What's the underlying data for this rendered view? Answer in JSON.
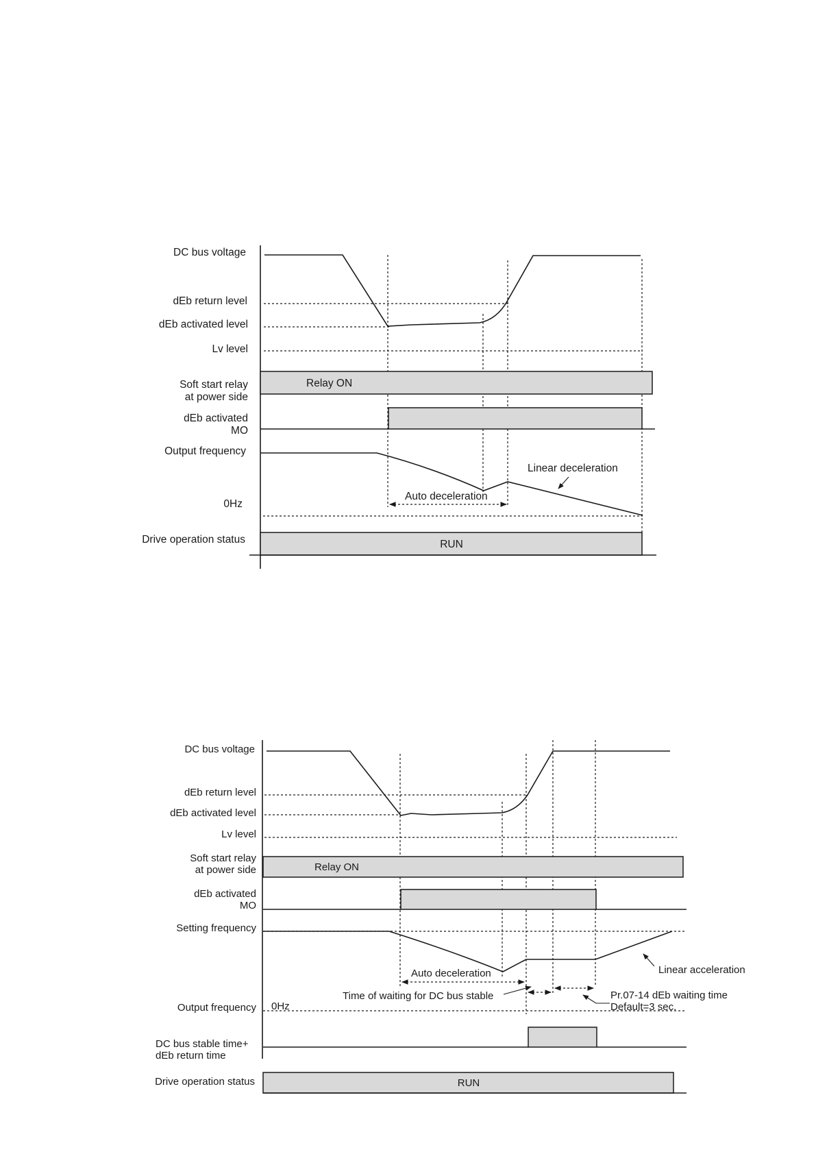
{
  "diagram1": {
    "labels": {
      "dc_bus_voltage": "DC bus voltage",
      "deb_return_level": "dEb return level",
      "deb_activated_level": "dEb activated level",
      "lv_level": "Lv level",
      "soft_start_relay_1": "Soft start relay",
      "soft_start_relay_2": "at power side",
      "deb_activated_mo_1": "dEb activated",
      "deb_activated_mo_2": "MO",
      "output_frequency": "Output frequency",
      "zero_hz": "0Hz",
      "drive_operation_status": "Drive operation status"
    },
    "relay_on": "Relay ON",
    "run": "RUN",
    "auto_deceleration": "Auto deceleration",
    "linear_deceleration": "Linear deceleration"
  },
  "diagram2": {
    "labels": {
      "dc_bus_voltage": "DC bus voltage",
      "deb_return_level": "dEb  return level",
      "deb_activated_level": "dEb  activated level",
      "lv_level": "Lv level",
      "soft_start_relay_1": "Soft start relay",
      "soft_start_relay_2": "at power side",
      "deb_activated_mo_1": "dEb activated",
      "deb_activated_mo_2": "MO",
      "setting_frequency": "Setting frequency",
      "output_frequency": "Output frequency",
      "zero_hz": "0Hz",
      "dc_bus_stable_1": "DC bus stable time+",
      "dc_bus_stable_2": "dEb return time",
      "drive_operation_status": "Drive operation status"
    },
    "relay_on": "Relay ON",
    "run": "RUN",
    "auto_deceleration": "Auto deceleration",
    "time_waiting": "Time of waiting for DC bus stable",
    "linear_acceleration": "Linear acceleration",
    "pr_waiting_1": "Pr.07-14 dEb waiting time",
    "pr_waiting_2": "Default=3 sec."
  }
}
